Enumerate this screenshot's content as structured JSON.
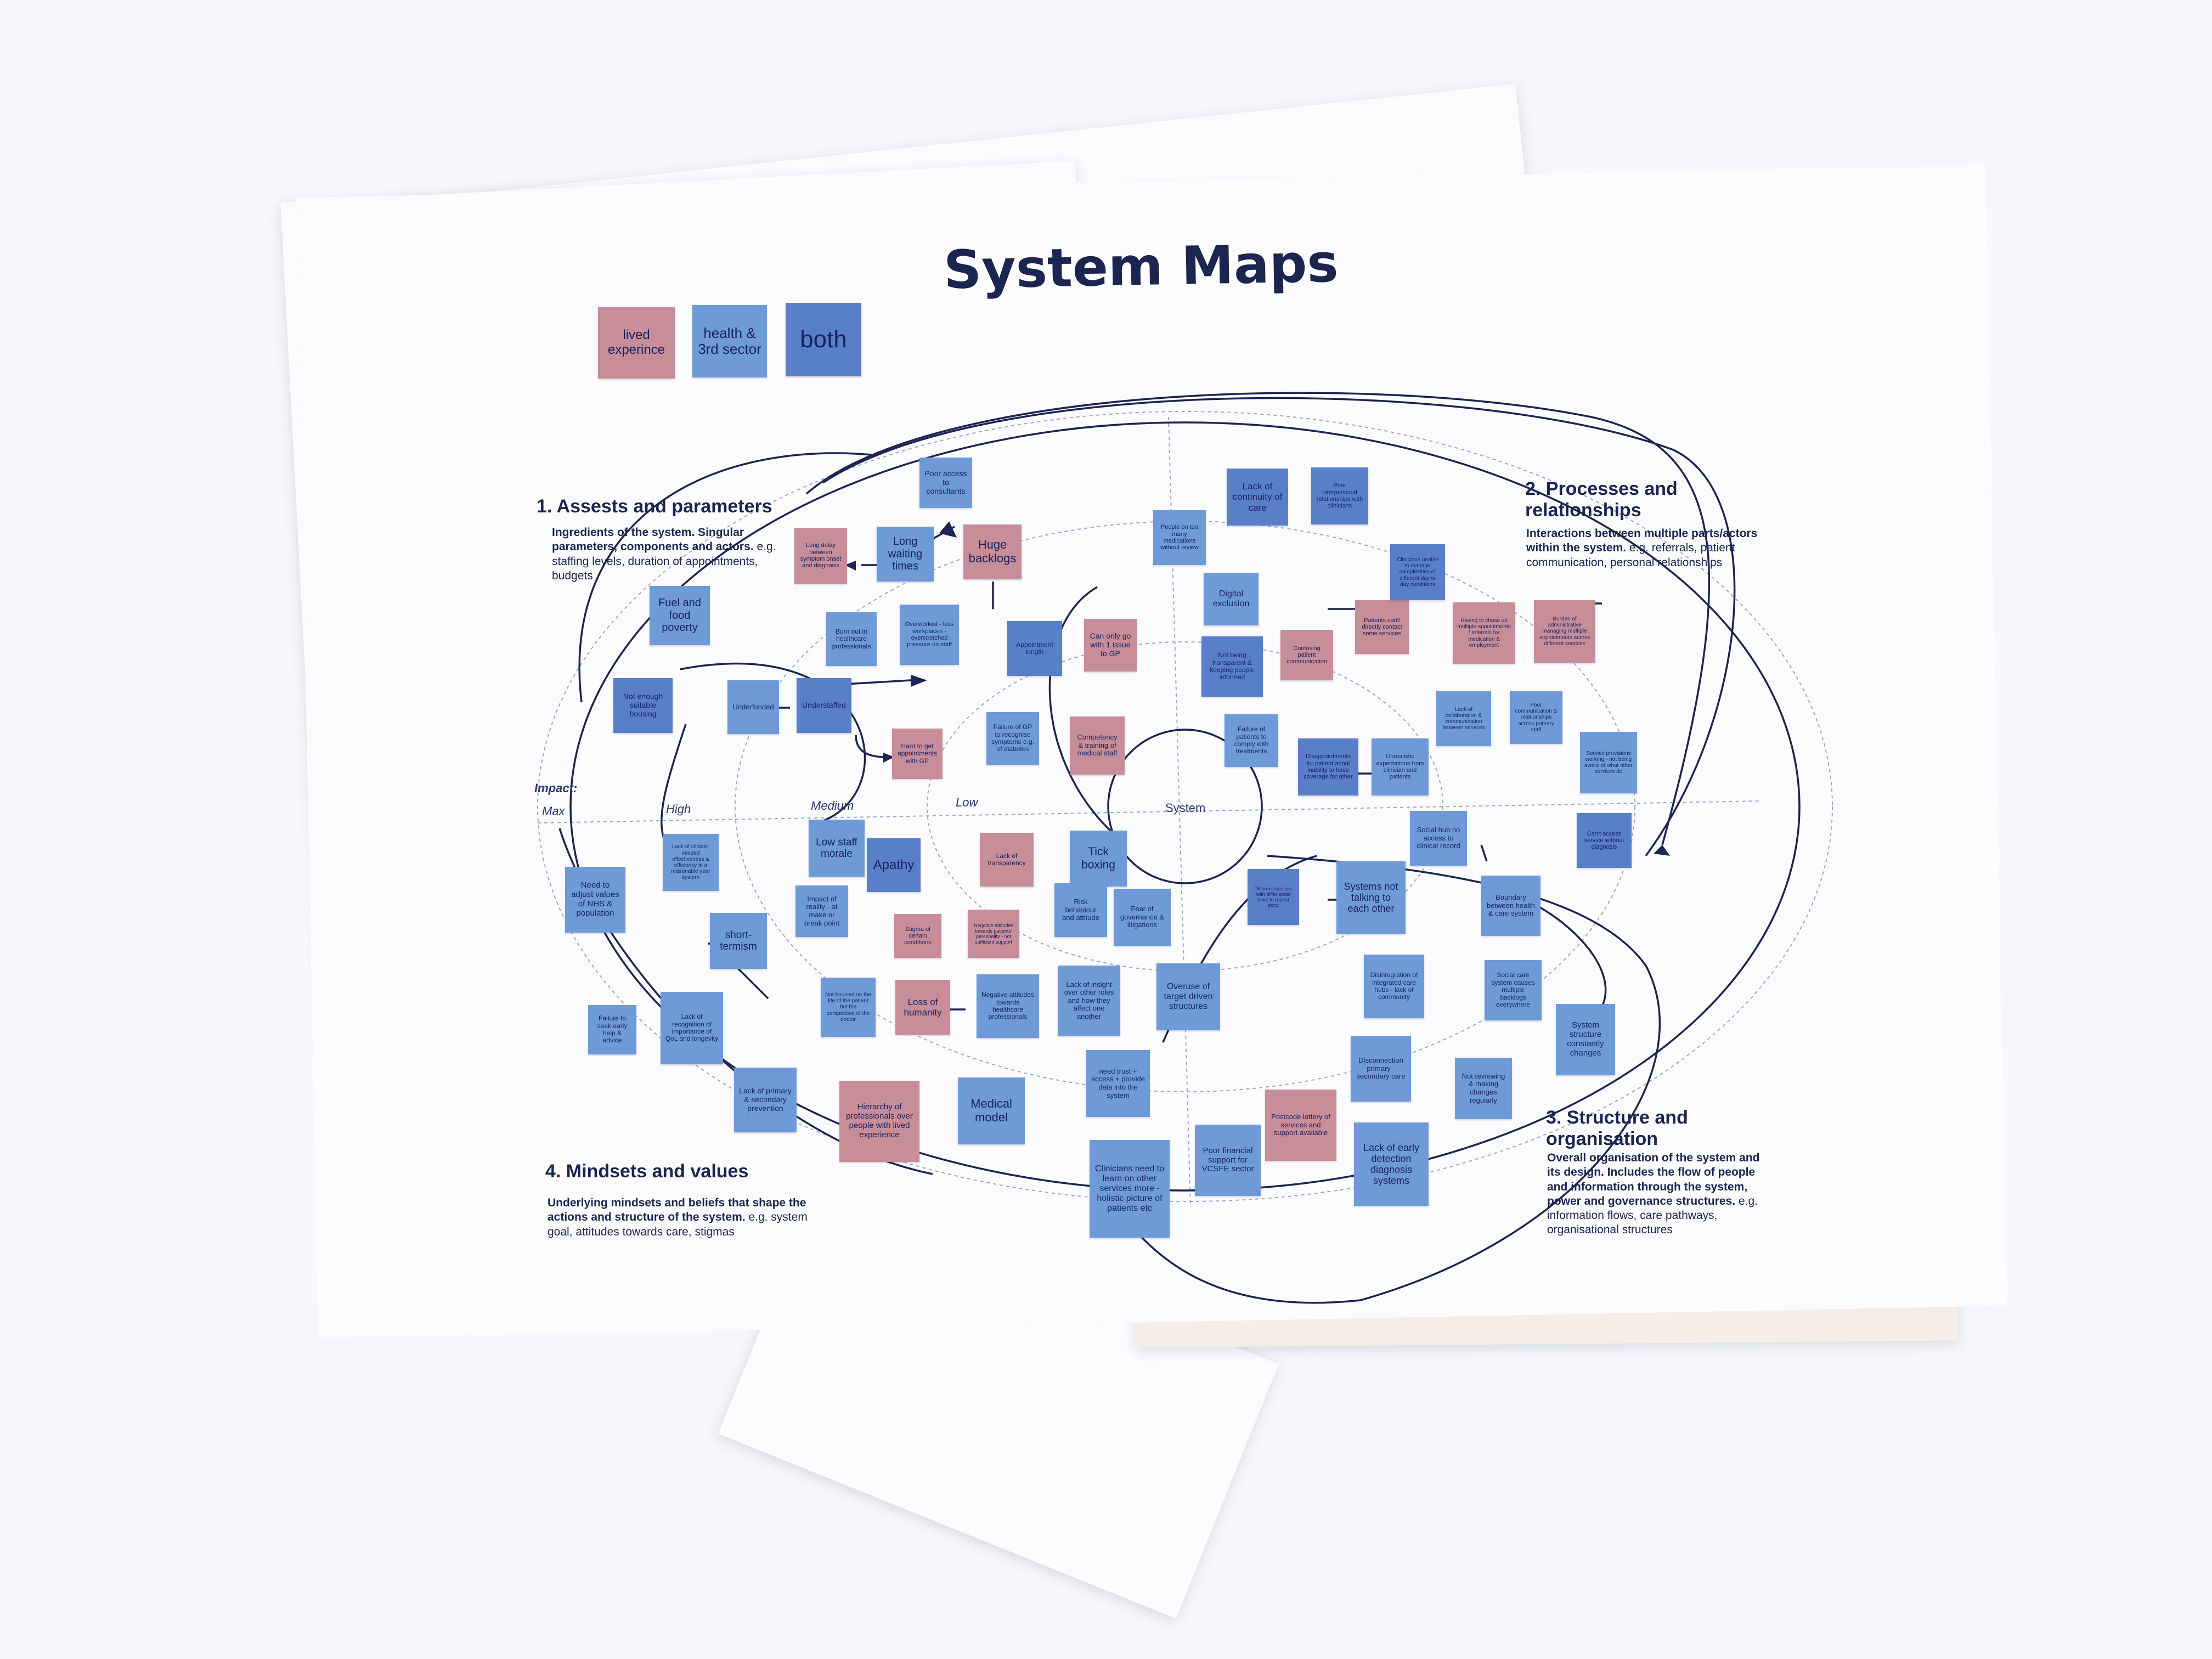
{
  "title": "System Maps",
  "colors": {
    "lived": "#c78d99",
    "health": "#6f9ad8",
    "both": "#5a7fc9",
    "ink": "#1c2450"
  },
  "legend": {
    "lived": "lived experince",
    "health": "health & 3rd sector",
    "both": "both"
  },
  "sections": {
    "s1": {
      "title": "1. Assests and parameters",
      "desc_bold": "Ingredients of the system. Singular parameters, components and actors.",
      "desc": "e.g. staffing levels, duration of appointments, budgets"
    },
    "s2": {
      "title": "2. Processes and relationships",
      "desc_bold": "Interactions between multiple parts/actors within the system.",
      "desc": "e.g. referrals, patient communication, personal relationships"
    },
    "s3": {
      "title": "3. Structure and organisation",
      "desc_bold": "Overall organisation of the system and its design. Includes the flow of people and information through the system, power and governance structures.",
      "desc": "e.g. information flows, care pathways, organisational structures"
    },
    "s4": {
      "title": "4. Mindsets and values",
      "desc_bold": "Underlying mindsets and beliefs that shape the actions and structure of the system.",
      "desc": "e.g. system goal, attitudes towards care, stigmas"
    }
  },
  "impact": {
    "label": "Impact:",
    "max": "Max",
    "high": "High",
    "medium": "Medium",
    "low": "Low"
  },
  "center": "System",
  "notes": [
    {
      "id": "n1",
      "text": "Poor access to consultants",
      "kind": "health"
    },
    {
      "id": "n2",
      "text": "Long delay between symptom onset and diagnosis",
      "kind": "lived"
    },
    {
      "id": "n3",
      "text": "Long waiting times",
      "kind": "health"
    },
    {
      "id": "n4",
      "text": "Huge backlogs",
      "kind": "lived"
    },
    {
      "id": "n5",
      "text": "Fuel and food poverty",
      "kind": "health"
    },
    {
      "id": "n6",
      "text": "Burn out in healthcare professionals",
      "kind": "health"
    },
    {
      "id": "n7",
      "text": "Overworked - less workplaces - overstretched pressure on staff",
      "kind": "health"
    },
    {
      "id": "n8",
      "text": "Appointment length",
      "kind": "both"
    },
    {
      "id": "n9",
      "text": "Can only go with 1 issue to GP",
      "kind": "lived"
    },
    {
      "id": "n10",
      "text": "Not enough suitable housing",
      "kind": "both"
    },
    {
      "id": "n11",
      "text": "Underfunded",
      "kind": "health"
    },
    {
      "id": "n12",
      "text": "Understaffed",
      "kind": "both"
    },
    {
      "id": "n13",
      "text": "Hard to get appointments with GP",
      "kind": "lived"
    },
    {
      "id": "n14",
      "text": "Failure of GP to recognise symptoms e.g. of diabetes",
      "kind": "health"
    },
    {
      "id": "n15",
      "text": "Competency & training of medical staff",
      "kind": "lived"
    },
    {
      "id": "n16",
      "text": "People on too many medications without review",
      "kind": "health"
    },
    {
      "id": "n17",
      "text": "Lack of continuity of care",
      "kind": "both"
    },
    {
      "id": "n18",
      "text": "Poor interpersonal relationships with clinicians",
      "kind": "both"
    },
    {
      "id": "n19",
      "text": "Digital exclusion",
      "kind": "health"
    },
    {
      "id": "n20",
      "text": "Not being transparent & keeping people informed",
      "kind": "both"
    },
    {
      "id": "n21",
      "text": "Confusing patient communication",
      "kind": "lived"
    },
    {
      "id": "n22",
      "text": "Patients can't directly contact some services",
      "kind": "lived"
    },
    {
      "id": "n23",
      "text": "Clinicians unable to manage complexities of different day to day conditions",
      "kind": "both"
    },
    {
      "id": "n24",
      "text": "Having to chase up multiple appointments / referrals for medication & employment",
      "kind": "lived"
    },
    {
      "id": "n25",
      "text": "Burden of administrative managing multiple appointments across different services",
      "kind": "lived"
    },
    {
      "id": "n26",
      "text": "Failure of patients to comply with treatments",
      "kind": "health"
    },
    {
      "id": "n27",
      "text": "Disappointments for patient about inability to have coverage for other",
      "kind": "both"
    },
    {
      "id": "n28",
      "text": "Unrealistic expectations from clinician and patients",
      "kind": "health"
    },
    {
      "id": "n29",
      "text": "Lack of collaboration & communication between services",
      "kind": "health"
    },
    {
      "id": "n30",
      "text": "Poor communication & relationships across primary staff",
      "kind": "health"
    },
    {
      "id": "n31",
      "text": "Service provisions working - not being aware of what other services do",
      "kind": "health"
    },
    {
      "id": "n32",
      "text": "Can't access service without diagnosis",
      "kind": "both"
    },
    {
      "id": "n33",
      "text": "Lack of clinical-minded effectiveness & efficiency in a reasonable year system",
      "kind": "health"
    },
    {
      "id": "n34",
      "text": "Low staff morale",
      "kind": "health"
    },
    {
      "id": "n35",
      "text": "Apathy",
      "kind": "both"
    },
    {
      "id": "n36",
      "text": "Lack of transparency",
      "kind": "lived"
    },
    {
      "id": "n37",
      "text": "Tick boxing",
      "kind": "health"
    },
    {
      "id": "n38",
      "text": "Need to adjust values of NHS & population",
      "kind": "health"
    },
    {
      "id": "n39",
      "text": "short-termism",
      "kind": "health"
    },
    {
      "id": "n40",
      "text": "Impact of reality - at make or break point",
      "kind": "health"
    },
    {
      "id": "n41",
      "text": "Stigma of certain conditions",
      "kind": "lived"
    },
    {
      "id": "n42",
      "text": "Negative attitudes towards patients' personality - not sufficient support",
      "kind": "lived"
    },
    {
      "id": "n43",
      "text": "Risk behaviour and attitude",
      "kind": "health"
    },
    {
      "id": "n44",
      "text": "Fear of governance & litigations",
      "kind": "health"
    },
    {
      "id": "n45",
      "text": "Different services with differ spots have to repeat story",
      "kind": "both"
    },
    {
      "id": "n46",
      "text": "Systems not talking to each other",
      "kind": "health"
    },
    {
      "id": "n47",
      "text": "Social hub no access to clinical record",
      "kind": "health"
    },
    {
      "id": "n48",
      "text": "Boundary between health & care system",
      "kind": "health"
    },
    {
      "id": "n49",
      "text": "Failure to seek early help & advice",
      "kind": "health"
    },
    {
      "id": "n50",
      "text": "Lack of recognition of importance of QoL and longevity",
      "kind": "health"
    },
    {
      "id": "n51",
      "text": "Not focused on the life of the patient but the perspective of the doctor",
      "kind": "health"
    },
    {
      "id": "n52",
      "text": "Loss of humanity",
      "kind": "lived"
    },
    {
      "id": "n53",
      "text": "Negative attitudes towards healthcare professionals",
      "kind": "health"
    },
    {
      "id": "n54",
      "text": "Lack of insight over other roles and how they affect one another",
      "kind": "health"
    },
    {
      "id": "n55",
      "text": "Overuse of target driven structures",
      "kind": "health"
    },
    {
      "id": "n56",
      "text": "Disintegration of integrated care hubs - lack of community",
      "kind": "health"
    },
    {
      "id": "n57",
      "text": "Social care system causes multiple backlogs everywhere",
      "kind": "health"
    },
    {
      "id": "n58",
      "text": "System structure constantly changes",
      "kind": "health"
    },
    {
      "id": "n59",
      "text": "Lack of primary & secondary prevention",
      "kind": "health"
    },
    {
      "id": "n60",
      "text": "Hierarchy of professionals over people with lived experience",
      "kind": "lived"
    },
    {
      "id": "n61",
      "text": "Medical model",
      "kind": "health"
    },
    {
      "id": "n62",
      "text": "need trust + access + provide data into the system",
      "kind": "health"
    },
    {
      "id": "n63",
      "text": "Disconnection primary - secondary care",
      "kind": "health"
    },
    {
      "id": "n64",
      "text": "Not reviewing & making changes regularly",
      "kind": "health"
    },
    {
      "id": "n65",
      "text": "Postcode lottery of services and support available",
      "kind": "lived"
    },
    {
      "id": "n66",
      "text": "Clinicians need to learn on other services more - holistic picture of patients etc",
      "kind": "health"
    },
    {
      "id": "n67",
      "text": "Poor financial support for VCSFE sector",
      "kind": "health"
    },
    {
      "id": "n68",
      "text": "Lack of early detection diagnosis systems",
      "kind": "health"
    }
  ]
}
